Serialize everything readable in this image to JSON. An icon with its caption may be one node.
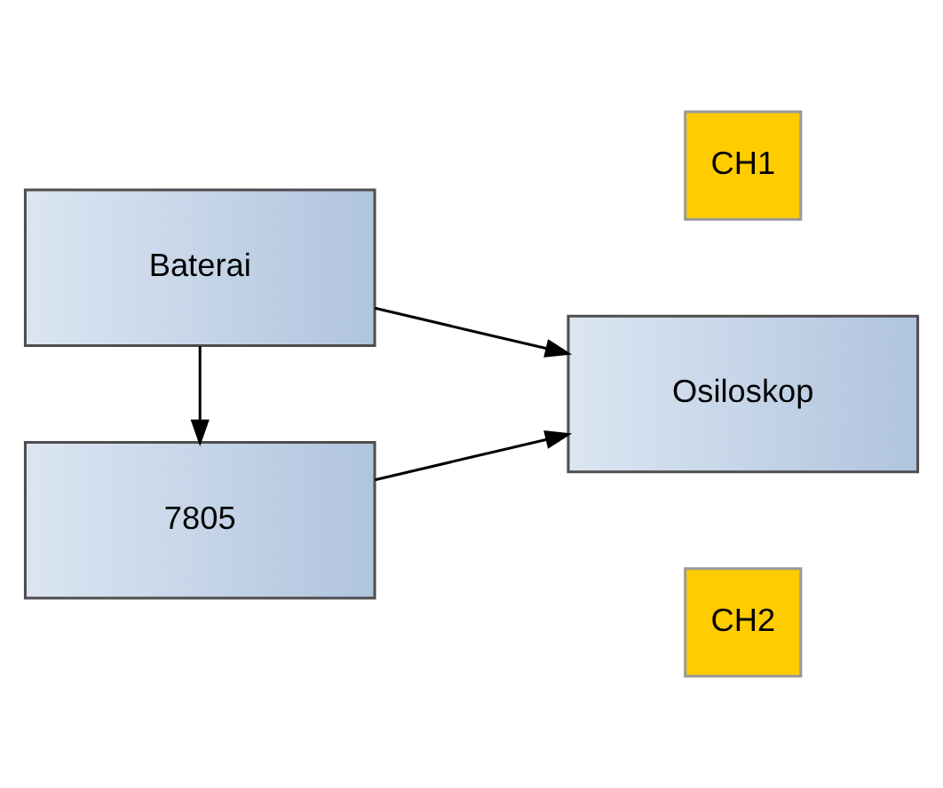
{
  "diagram": {
    "nodes": [
      {
        "text": [
          "CH1"
        ]
      },
      {
        "text": [
          "Baterai"
        ]
      },
      {
        "text": [
          "Osiloskop"
        ]
      },
      {
        "text": [
          "7805"
        ]
      },
      {
        "text": [
          "CH2"
        ]
      }
    ],
    "edges": [
      {
        "from": 1,
        "to": 2,
        "arrow": "to"
      },
      {
        "from": 1,
        "to": 3,
        "arrow": "to"
      },
      {
        "from": 3,
        "to": 2,
        "arrow": "to"
      }
    ]
  }
}
